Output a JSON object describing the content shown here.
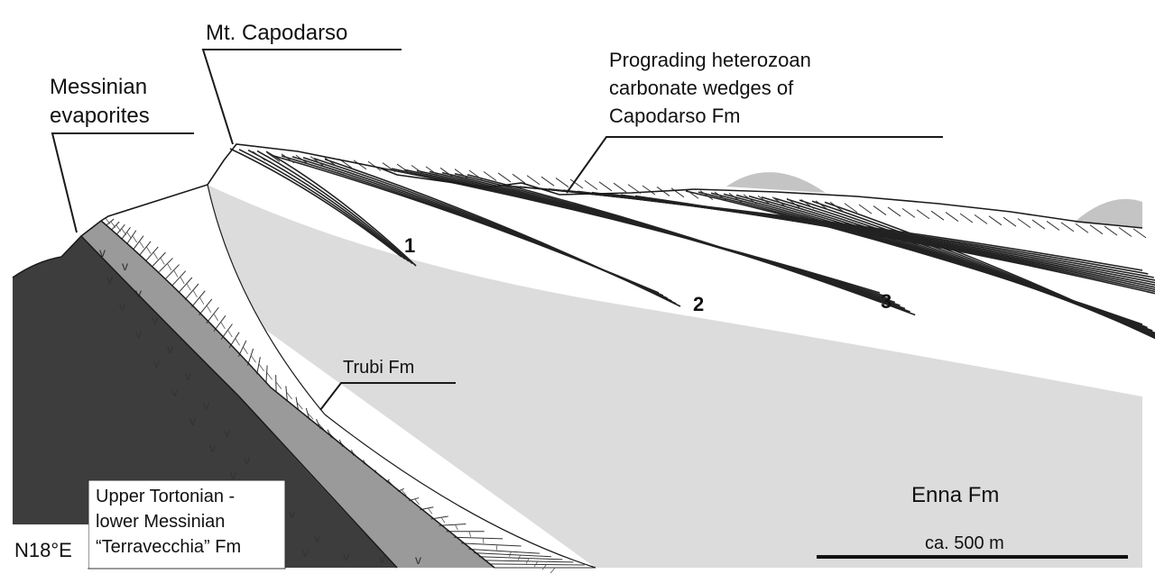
{
  "labels": {
    "mt_capodarso": "Mt. Capodarso",
    "messinian_line1": "Messinian",
    "messinian_line2": "evaporites",
    "prograding_line1": "Prograding heterozoan",
    "prograding_line2": "carbonate wedges of",
    "prograding_line3": "Capodarso Fm",
    "trubi": "Trubi Fm",
    "enna": "Enna Fm",
    "tortonian_line1": "Upper Tortonian -",
    "tortonian_line2": "lower Messinian",
    "tortonian_line3": "“Terravecchia” Fm",
    "orientation": "N18°E",
    "scale_bar": "ca. 500 m"
  },
  "wedge_numbers": [
    "1",
    "2",
    "3"
  ],
  "colors": {
    "terravecchia": "#3d3d3d",
    "evaporites": "#9a9a9a",
    "trubi": "#ffffff",
    "enna": "#dcdcdc",
    "capodarso": "#ffffff",
    "mounds": "#c4c4c4",
    "lines": "#1a1a1a"
  }
}
